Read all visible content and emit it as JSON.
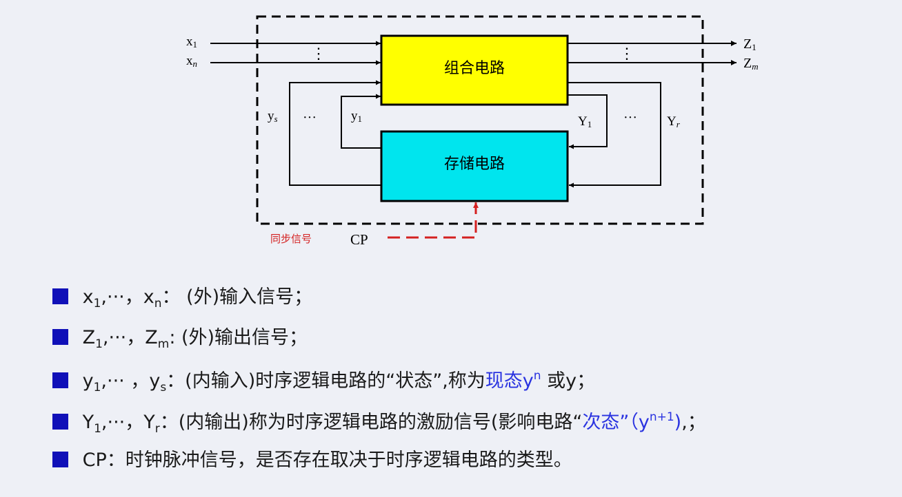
{
  "diagram": {
    "comb_block": "组合电路",
    "store_block": "存储电路",
    "in_x": "x",
    "in_1": "1",
    "in_n": "n",
    "out_z": "Z",
    "out_1": "1",
    "out_m": "m",
    "y_var": "y",
    "y_s": "s",
    "y_1": "1",
    "Y_var": "Y",
    "Y_1": "1",
    "Y_r": "r",
    "ellipsis": "···",
    "vdots": "⋮",
    "sync_label": "同步信号",
    "cp_label": "CP",
    "colors": {
      "comb_fill": "#ffff00",
      "store_fill": "#00e5ee",
      "sync": "#d42020"
    }
  },
  "bullets": {
    "b1": {
      "x": "x",
      "s1": "1",
      "mid": ",···，x",
      "sn": "n",
      "rest": "：  (外)输入信号；"
    },
    "b2": {
      "z": "Z",
      "s1": "1",
      "mid": ",···，Z",
      "sm": "m",
      "rest": ": (外)输出信号；"
    },
    "b3": {
      "y": "y",
      "s1": "1",
      "mid": ",··· ，y",
      "ss": "s",
      "rest": "：(内输入)时序逻辑电路的“状态”,称为",
      "hl": "现态y",
      "sup": "n",
      "tail": "或y；"
    },
    "b4": {
      "Y": "Y",
      "s1": "1",
      "mid": ",···，Y",
      "sr": "r",
      "rest": "：(内输出)称为时序逻辑电路的激励信号(影响电路“",
      "hl": "次态”（y",
      "sup": "n+1",
      "hl2": ")",
      "tail": ",；"
    },
    "b5": {
      "text": "CP：时钟脉冲信号，是否存在取决于时序逻辑电路的类型。"
    }
  }
}
